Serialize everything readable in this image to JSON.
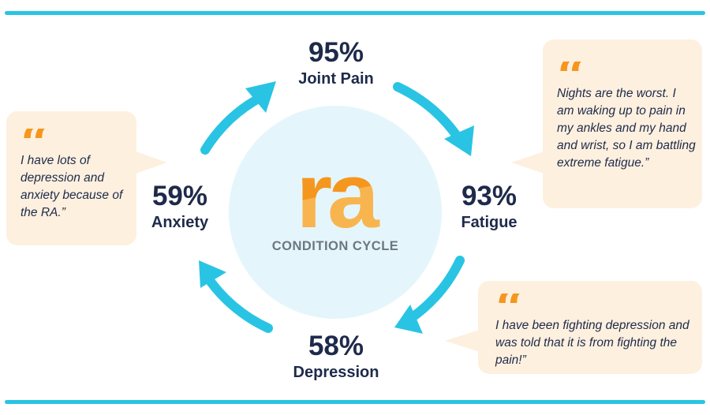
{
  "center": {
    "logo_text": "ra",
    "title": "CONDITION CYCLE"
  },
  "stats": {
    "joint_pain": {
      "percent": "95%",
      "label": "Joint Pain"
    },
    "fatigue": {
      "percent": "93%",
      "label": "Fatigue"
    },
    "depression": {
      "percent": "58%",
      "label": "Depression"
    },
    "anxiety": {
      "percent": "59%",
      "label": "Anxiety"
    }
  },
  "quotes": {
    "left": "I have lots of depression and anxiety because of the RA.”",
    "top_right": "Nights are the worst. I am waking up to pain in my ankles and my hand and wrist, so I am battling extreme fatigue.”",
    "bottom_right": "I have been fighting depression and was told that it is from fighting the pain!”"
  },
  "colors": {
    "accent_cyan": "#29c4e3",
    "circle_fill": "#e4f6fb",
    "logo_orange": "#f5961f",
    "logo_orange_light": "#f9b955",
    "quote_bg": "#fdf0df",
    "text_navy": "#1e2a4a",
    "subtitle_gray": "#6e7583"
  },
  "icons": {
    "quote_mark": "open-double-quote-icon",
    "cycle_arrow": "curved-arrow-icon"
  }
}
